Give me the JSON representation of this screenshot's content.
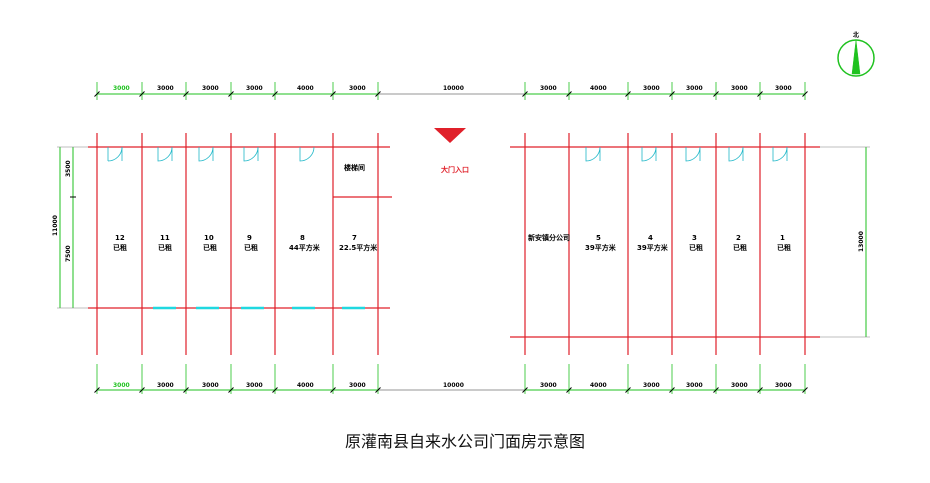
{
  "title": "原灌南县自来水公司门面房示意图",
  "north_label": "北",
  "gate_label": "大门入口",
  "colors": {
    "wall": "#e0202a",
    "dimension": "#1fc21f",
    "window": "#20d8e0",
    "door": "#20b8c8",
    "dim_ext": "#404040",
    "arrow": "#e0202a"
  },
  "top_dims": [
    "3000",
    "3000",
    "3000",
    "3000",
    "4000",
    "3000",
    "10000",
    "3000",
    "4000",
    "3000",
    "3000",
    "3000",
    "3000"
  ],
  "bottom_dims": [
    "3000",
    "3000",
    "3000",
    "3000",
    "4000",
    "3000",
    "10000",
    "3000",
    "4000",
    "3000",
    "3000",
    "3000",
    "3000"
  ],
  "left_dims": {
    "total": "11000",
    "upper": "3500",
    "lower": "7500"
  },
  "right_dim": "13000",
  "stair_label": "楼梯间",
  "rooms": [
    {
      "number": "12",
      "status": "已租"
    },
    {
      "number": "11",
      "status": "已租"
    },
    {
      "number": "10",
      "status": "已租"
    },
    {
      "number": "9",
      "status": "已租"
    },
    {
      "number": "8",
      "status": "44平方米"
    },
    {
      "number": "7",
      "status": "22.5平方米"
    },
    {
      "number": "",
      "status": "新安镇分公司"
    },
    {
      "number": "5",
      "status": "39平方米"
    },
    {
      "number": "4",
      "status": "39平方米"
    },
    {
      "number": "3",
      "status": "已租"
    },
    {
      "number": "2",
      "status": "已租"
    },
    {
      "number": "1",
      "status": "已租"
    }
  ]
}
